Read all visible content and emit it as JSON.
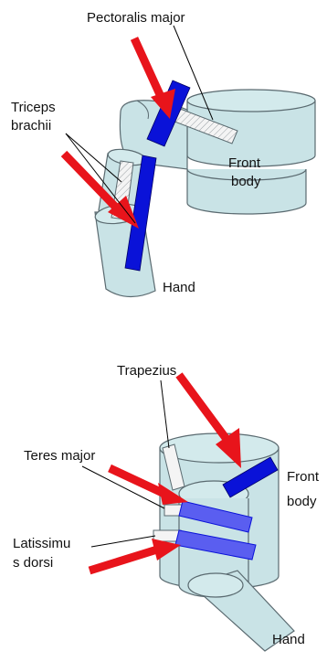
{
  "top_diagram": {
    "labels": {
      "pectoralis": "Pectoralis major",
      "triceps_line1": "Triceps",
      "triceps_line2": "brachii",
      "front_body_line1": "Front",
      "front_body_line2": "body",
      "hand": "Hand"
    }
  },
  "bottom_diagram": {
    "labels": {
      "trapezius": "Trapezius",
      "teres": "Teres major",
      "front_body_line1": "Front",
      "front_body_line2": "body",
      "latissimus_line1": "Latissimu",
      "latissimus_line2": "s dorsi",
      "hand": "Hand"
    }
  },
  "colors": {
    "body_fill": "#c9e3e6",
    "outline": "#5a6a70",
    "arrow_red": "#e8141b",
    "muscle_blue": "#0a12d8",
    "muscle_light_blue": "#5a5ef0",
    "white_muscle": "#f4f4f4"
  }
}
